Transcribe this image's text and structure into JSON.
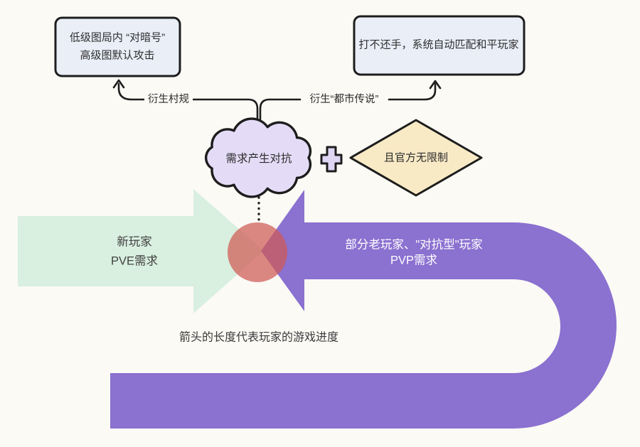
{
  "canvas": {
    "background": "#fbfaf5",
    "ink": "#1d1d1d"
  },
  "boxes": {
    "left": {
      "line1": "低级图局内 “对暗号”",
      "line2": "高级图默认攻击",
      "fill": "#e9eef7"
    },
    "right": {
      "text": "打不还手，系统自动匹配和平玩家",
      "fill": "#e9eef7"
    }
  },
  "connectors": {
    "left_label": "衍生村规",
    "right_label": "衍生“都市传说”"
  },
  "cloud": {
    "text": "需求产生对抗",
    "fill": "#e4dcf7"
  },
  "plus": {
    "fill": "#ded6f3"
  },
  "diamond": {
    "text": "且官方无限制",
    "fill": "#f9eac6"
  },
  "green_arrow": {
    "line1": "新玩家",
    "line2": "PVE需求",
    "fill": "#d9efdf"
  },
  "purple_arrow": {
    "line1": "部分老玩家、\"对抗型\"玩家",
    "line2": "PVP需求",
    "fill": "#8b71d0"
  },
  "collision": {
    "fill": "#cf5a55"
  },
  "caption": {
    "text": "箭头的长度代表玩家的游戏进度"
  }
}
